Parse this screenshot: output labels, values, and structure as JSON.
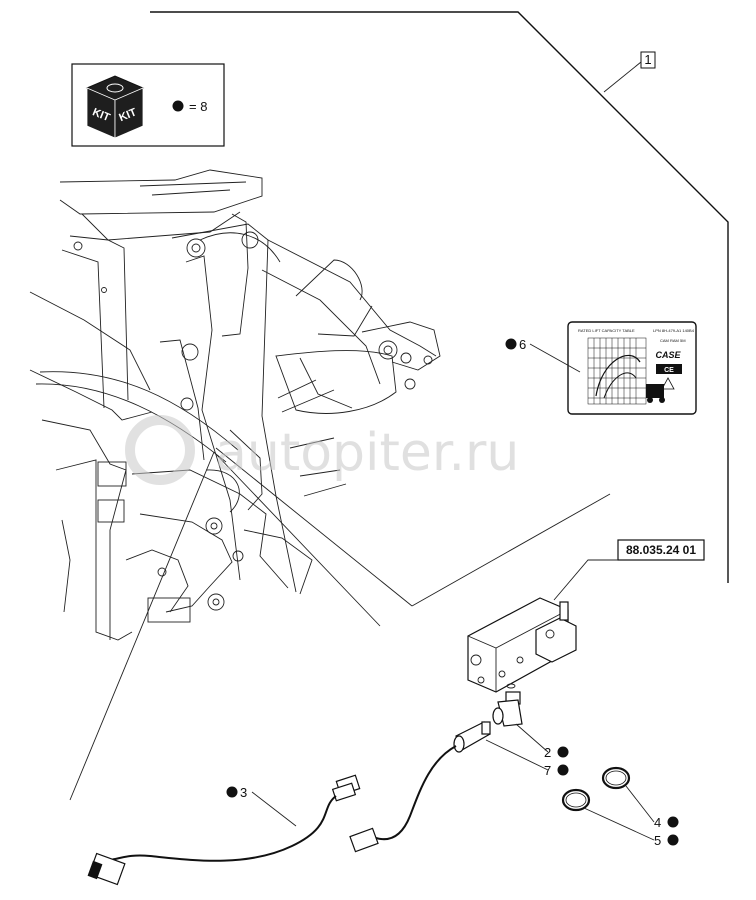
{
  "kit_box": {
    "kit_text_left": "KIT",
    "kit_text_right": "KIT",
    "qty_label": "= 8"
  },
  "group_ref": "1",
  "ref_box": "88.035.24 01",
  "watermark": "autopiter.ru",
  "decal": {
    "title": "RATED LIFT CAPACITY TABLE",
    "code": "LPN 8H-479-A1 140B4",
    "subtitle": "CAM RAM 5M",
    "brand": "CASE",
    "model_badge": "CE"
  },
  "callouts": [
    {
      "id": "2",
      "text": "2"
    },
    {
      "id": "3",
      "text": "3"
    },
    {
      "id": "4",
      "text": "4"
    },
    {
      "id": "5",
      "text": "5"
    },
    {
      "id": "6",
      "text": "6"
    },
    {
      "id": "7",
      "text": "7"
    }
  ]
}
